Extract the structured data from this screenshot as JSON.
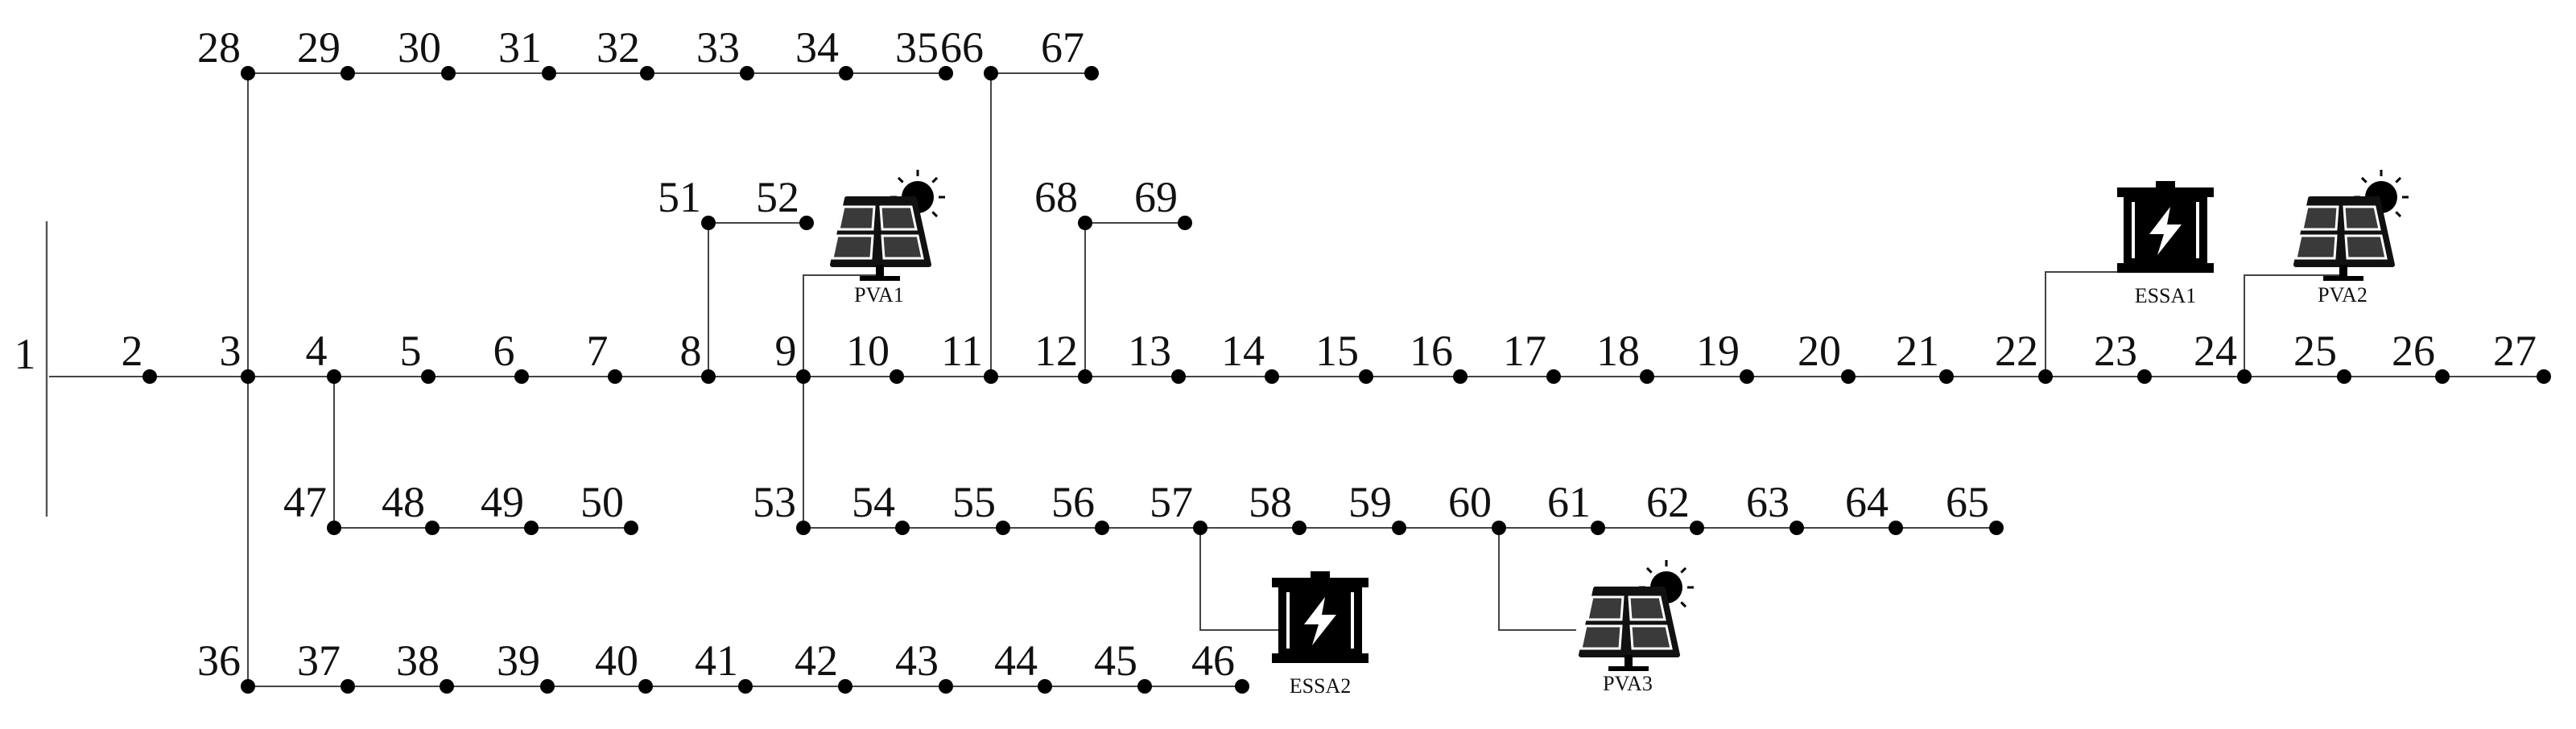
{
  "colors": {
    "line": "#444444",
    "node": "#000000",
    "icon": "#000000",
    "background": "#ffffff"
  },
  "buses": [
    "1",
    "2",
    "3",
    "4",
    "5",
    "6",
    "7",
    "8",
    "9",
    "10",
    "11",
    "12",
    "13",
    "14",
    "15",
    "16",
    "17",
    "18",
    "19",
    "20",
    "21",
    "22",
    "23",
    "24",
    "25",
    "26",
    "27",
    "28",
    "29",
    "30",
    "31",
    "32",
    "33",
    "34",
    "35",
    "36",
    "37",
    "38",
    "39",
    "40",
    "41",
    "42",
    "43",
    "44",
    "45",
    "46",
    "47",
    "48",
    "49",
    "50",
    "51",
    "52",
    "53",
    "54",
    "55",
    "56",
    "57",
    "58",
    "59",
    "60",
    "61",
    "62",
    "63",
    "64",
    "65",
    "66",
    "67",
    "68",
    "69"
  ],
  "branches": [
    [
      "1",
      "2"
    ],
    [
      "2",
      "3"
    ],
    [
      "3",
      "4"
    ],
    [
      "4",
      "5"
    ],
    [
      "5",
      "6"
    ],
    [
      "6",
      "7"
    ],
    [
      "7",
      "8"
    ],
    [
      "8",
      "9"
    ],
    [
      "9",
      "10"
    ],
    [
      "10",
      "11"
    ],
    [
      "11",
      "12"
    ],
    [
      "12",
      "13"
    ],
    [
      "13",
      "14"
    ],
    [
      "14",
      "15"
    ],
    [
      "15",
      "16"
    ],
    [
      "16",
      "17"
    ],
    [
      "17",
      "18"
    ],
    [
      "18",
      "19"
    ],
    [
      "19",
      "20"
    ],
    [
      "20",
      "21"
    ],
    [
      "21",
      "22"
    ],
    [
      "22",
      "23"
    ],
    [
      "23",
      "24"
    ],
    [
      "24",
      "25"
    ],
    [
      "25",
      "26"
    ],
    [
      "26",
      "27"
    ],
    [
      "3",
      "28"
    ],
    [
      "28",
      "29"
    ],
    [
      "29",
      "30"
    ],
    [
      "30",
      "31"
    ],
    [
      "31",
      "32"
    ],
    [
      "32",
      "33"
    ],
    [
      "33",
      "34"
    ],
    [
      "34",
      "35"
    ],
    [
      "3",
      "36"
    ],
    [
      "36",
      "37"
    ],
    [
      "37",
      "38"
    ],
    [
      "38",
      "39"
    ],
    [
      "39",
      "40"
    ],
    [
      "40",
      "41"
    ],
    [
      "41",
      "42"
    ],
    [
      "42",
      "43"
    ],
    [
      "43",
      "44"
    ],
    [
      "44",
      "45"
    ],
    [
      "45",
      "46"
    ],
    [
      "4",
      "47"
    ],
    [
      "47",
      "48"
    ],
    [
      "48",
      "49"
    ],
    [
      "49",
      "50"
    ],
    [
      "8",
      "51"
    ],
    [
      "51",
      "52"
    ],
    [
      "9",
      "53"
    ],
    [
      "53",
      "54"
    ],
    [
      "54",
      "55"
    ],
    [
      "55",
      "56"
    ],
    [
      "56",
      "57"
    ],
    [
      "57",
      "58"
    ],
    [
      "58",
      "59"
    ],
    [
      "59",
      "60"
    ],
    [
      "60",
      "61"
    ],
    [
      "61",
      "62"
    ],
    [
      "62",
      "63"
    ],
    [
      "63",
      "64"
    ],
    [
      "64",
      "65"
    ],
    [
      "11",
      "66"
    ],
    [
      "66",
      "67"
    ],
    [
      "12",
      "68"
    ],
    [
      "68",
      "69"
    ]
  ],
  "devices": [
    {
      "label": "PVA1",
      "type": "pv",
      "icon": "solar-panel-icon",
      "bus": "9"
    },
    {
      "label": "PVA2",
      "type": "pv",
      "icon": "solar-panel-icon",
      "bus": "24"
    },
    {
      "label": "PVA3",
      "type": "pv",
      "icon": "solar-panel-icon",
      "bus": "60"
    },
    {
      "label": "ESSA1",
      "type": "ess",
      "icon": "battery-storage-icon",
      "bus": "22"
    },
    {
      "label": "ESSA2",
      "type": "ess",
      "icon": "battery-storage-icon",
      "bus": "57"
    }
  ]
}
